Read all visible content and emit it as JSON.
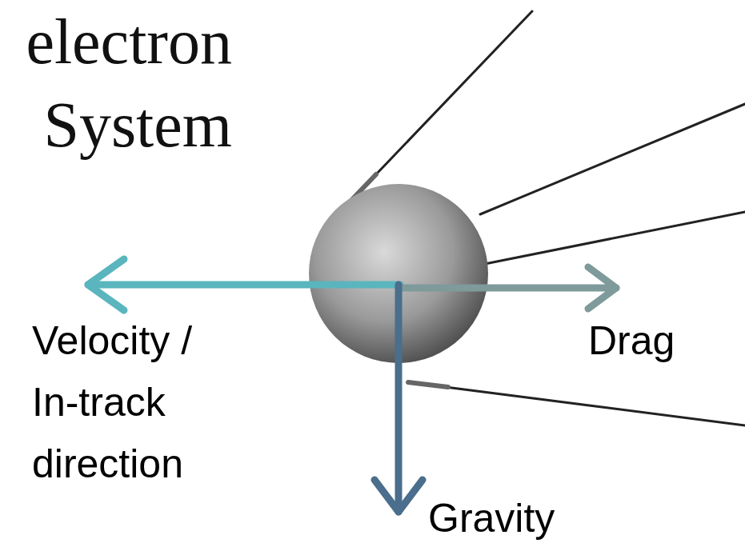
{
  "diagram": {
    "title": "electron System",
    "labels": [
      "Velocity / In-track direction",
      "Drag",
      "Gravity"
    ]
  }
}
